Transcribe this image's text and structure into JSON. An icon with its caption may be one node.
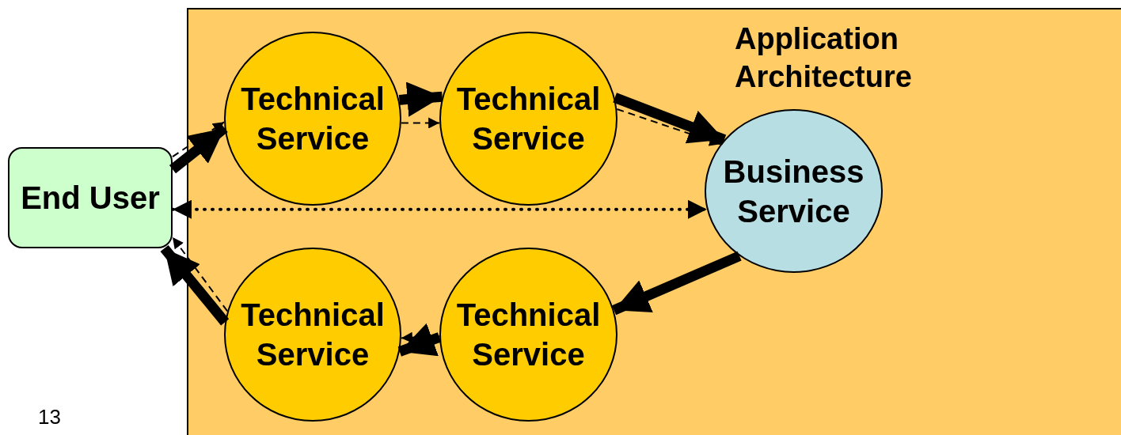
{
  "diagram": {
    "nodes": [
      {
        "text": [
          "Application Architecture"
        ]
      },
      {
        "text": [
          "End User"
        ]
      },
      {
        "text": [
          "Technical Service"
        ],
        "in": 0
      },
      {
        "text": [
          "Technical Service"
        ],
        "in": 0
      },
      {
        "text": [
          "Business Service"
        ],
        "in": 0
      },
      {
        "text": [
          "Technical Service"
        ],
        "in": 0
      },
      {
        "text": [
          "Technical Service"
        ],
        "in": 0
      }
    ],
    "edges": [
      {
        "from": 1,
        "to": 2,
        "arrow": "to",
        "style": "thick"
      },
      {
        "from": 1,
        "to": 2,
        "arrow": "to",
        "style": "dashed"
      },
      {
        "from": 2,
        "to": 3,
        "arrow": "to",
        "style": "thick"
      },
      {
        "from": 2,
        "to": 3,
        "arrow": "to",
        "style": "dashed"
      },
      {
        "from": 3,
        "to": 4,
        "arrow": "to",
        "style": "thick"
      },
      {
        "from": 3,
        "to": 4,
        "arrow": "to",
        "style": "dashed"
      },
      {
        "from": 1,
        "to": 4,
        "arrow": "both",
        "style": "dashed"
      },
      {
        "from": 4,
        "to": 5,
        "arrow": "to",
        "style": "thick"
      },
      {
        "from": 5,
        "to": 6,
        "arrow": "to",
        "style": "thick"
      },
      {
        "from": 5,
        "to": 6,
        "arrow": "to",
        "style": "dashed"
      },
      {
        "from": 6,
        "to": 1,
        "arrow": "to",
        "style": "thick"
      },
      {
        "from": 6,
        "to": 1,
        "arrow": "to",
        "style": "dashed"
      }
    ],
    "labels": [
      "13"
    ]
  }
}
